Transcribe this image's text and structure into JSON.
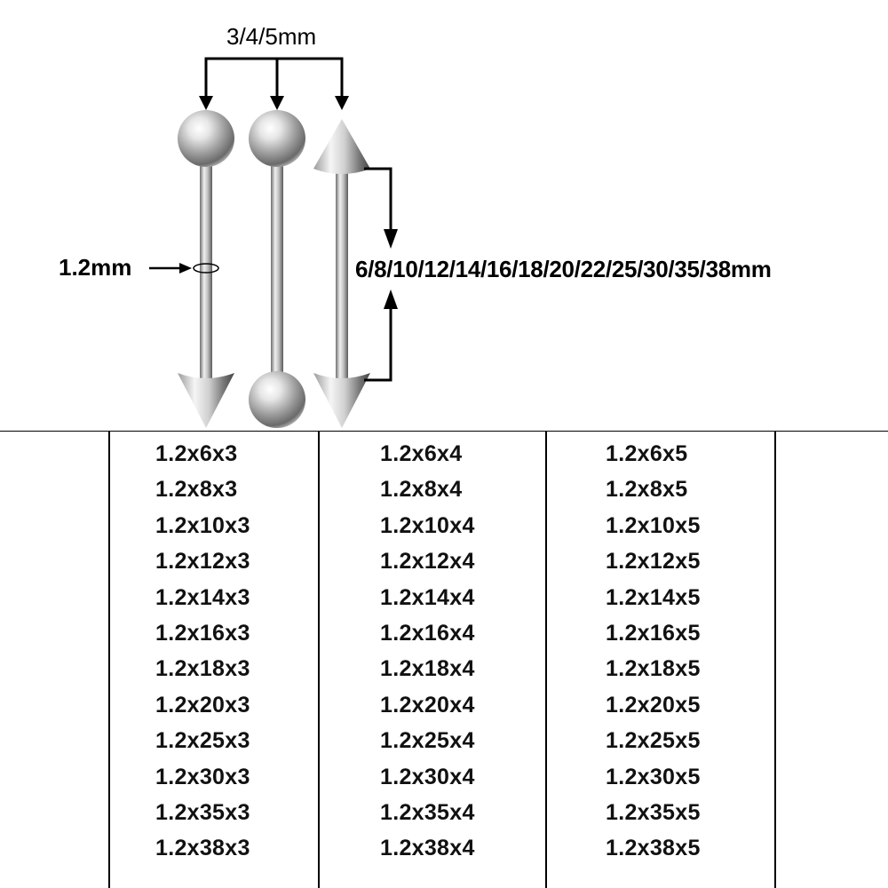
{
  "labels": {
    "ball_size": "3/4/5mm",
    "gauge": "1.2mm",
    "length": "6/8/10/12/14/16/18/20/22/25/30/35/38mm"
  },
  "colors": {
    "steel_highlight": "#f2f2f2",
    "steel_mid": "#a8a8a8",
    "steel_dark": "#555555",
    "arrow": "#000000"
  },
  "icons": [
    "ball-cone-barbell-icon",
    "ball-ball-barbell-icon",
    "cone-cone-barbell-icon",
    "down-arrow-icon",
    "right-arrow-icon",
    "up-arrow-icon"
  ],
  "sizes": {
    "columns": [
      [
        "1.2x6x3",
        "1.2x8x3",
        "1.2x10x3",
        "1.2x12x3",
        "1.2x14x3",
        "1.2x16x3",
        "1.2x18x3",
        "1.2x20x3",
        "1.2x25x3",
        "1.2x30x3",
        "1.2x35x3",
        "1.2x38x3"
      ],
      [
        "1.2x6x4",
        "1.2x8x4",
        "1.2x10x4",
        "1.2x12x4",
        "1.2x14x4",
        "1.2x16x4",
        "1.2x18x4",
        "1.2x20x4",
        "1.2x25x4",
        "1.2x30x4",
        "1.2x35x4",
        "1.2x38x4"
      ],
      [
        "1.2x6x5",
        "1.2x8x5",
        "1.2x10x5",
        "1.2x12x5",
        "1.2x14x5",
        "1.2x16x5",
        "1.2x18x5",
        "1.2x20x5",
        "1.2x25x5",
        "1.2x30x5",
        "1.2x35x5",
        "1.2x38x5"
      ]
    ]
  }
}
